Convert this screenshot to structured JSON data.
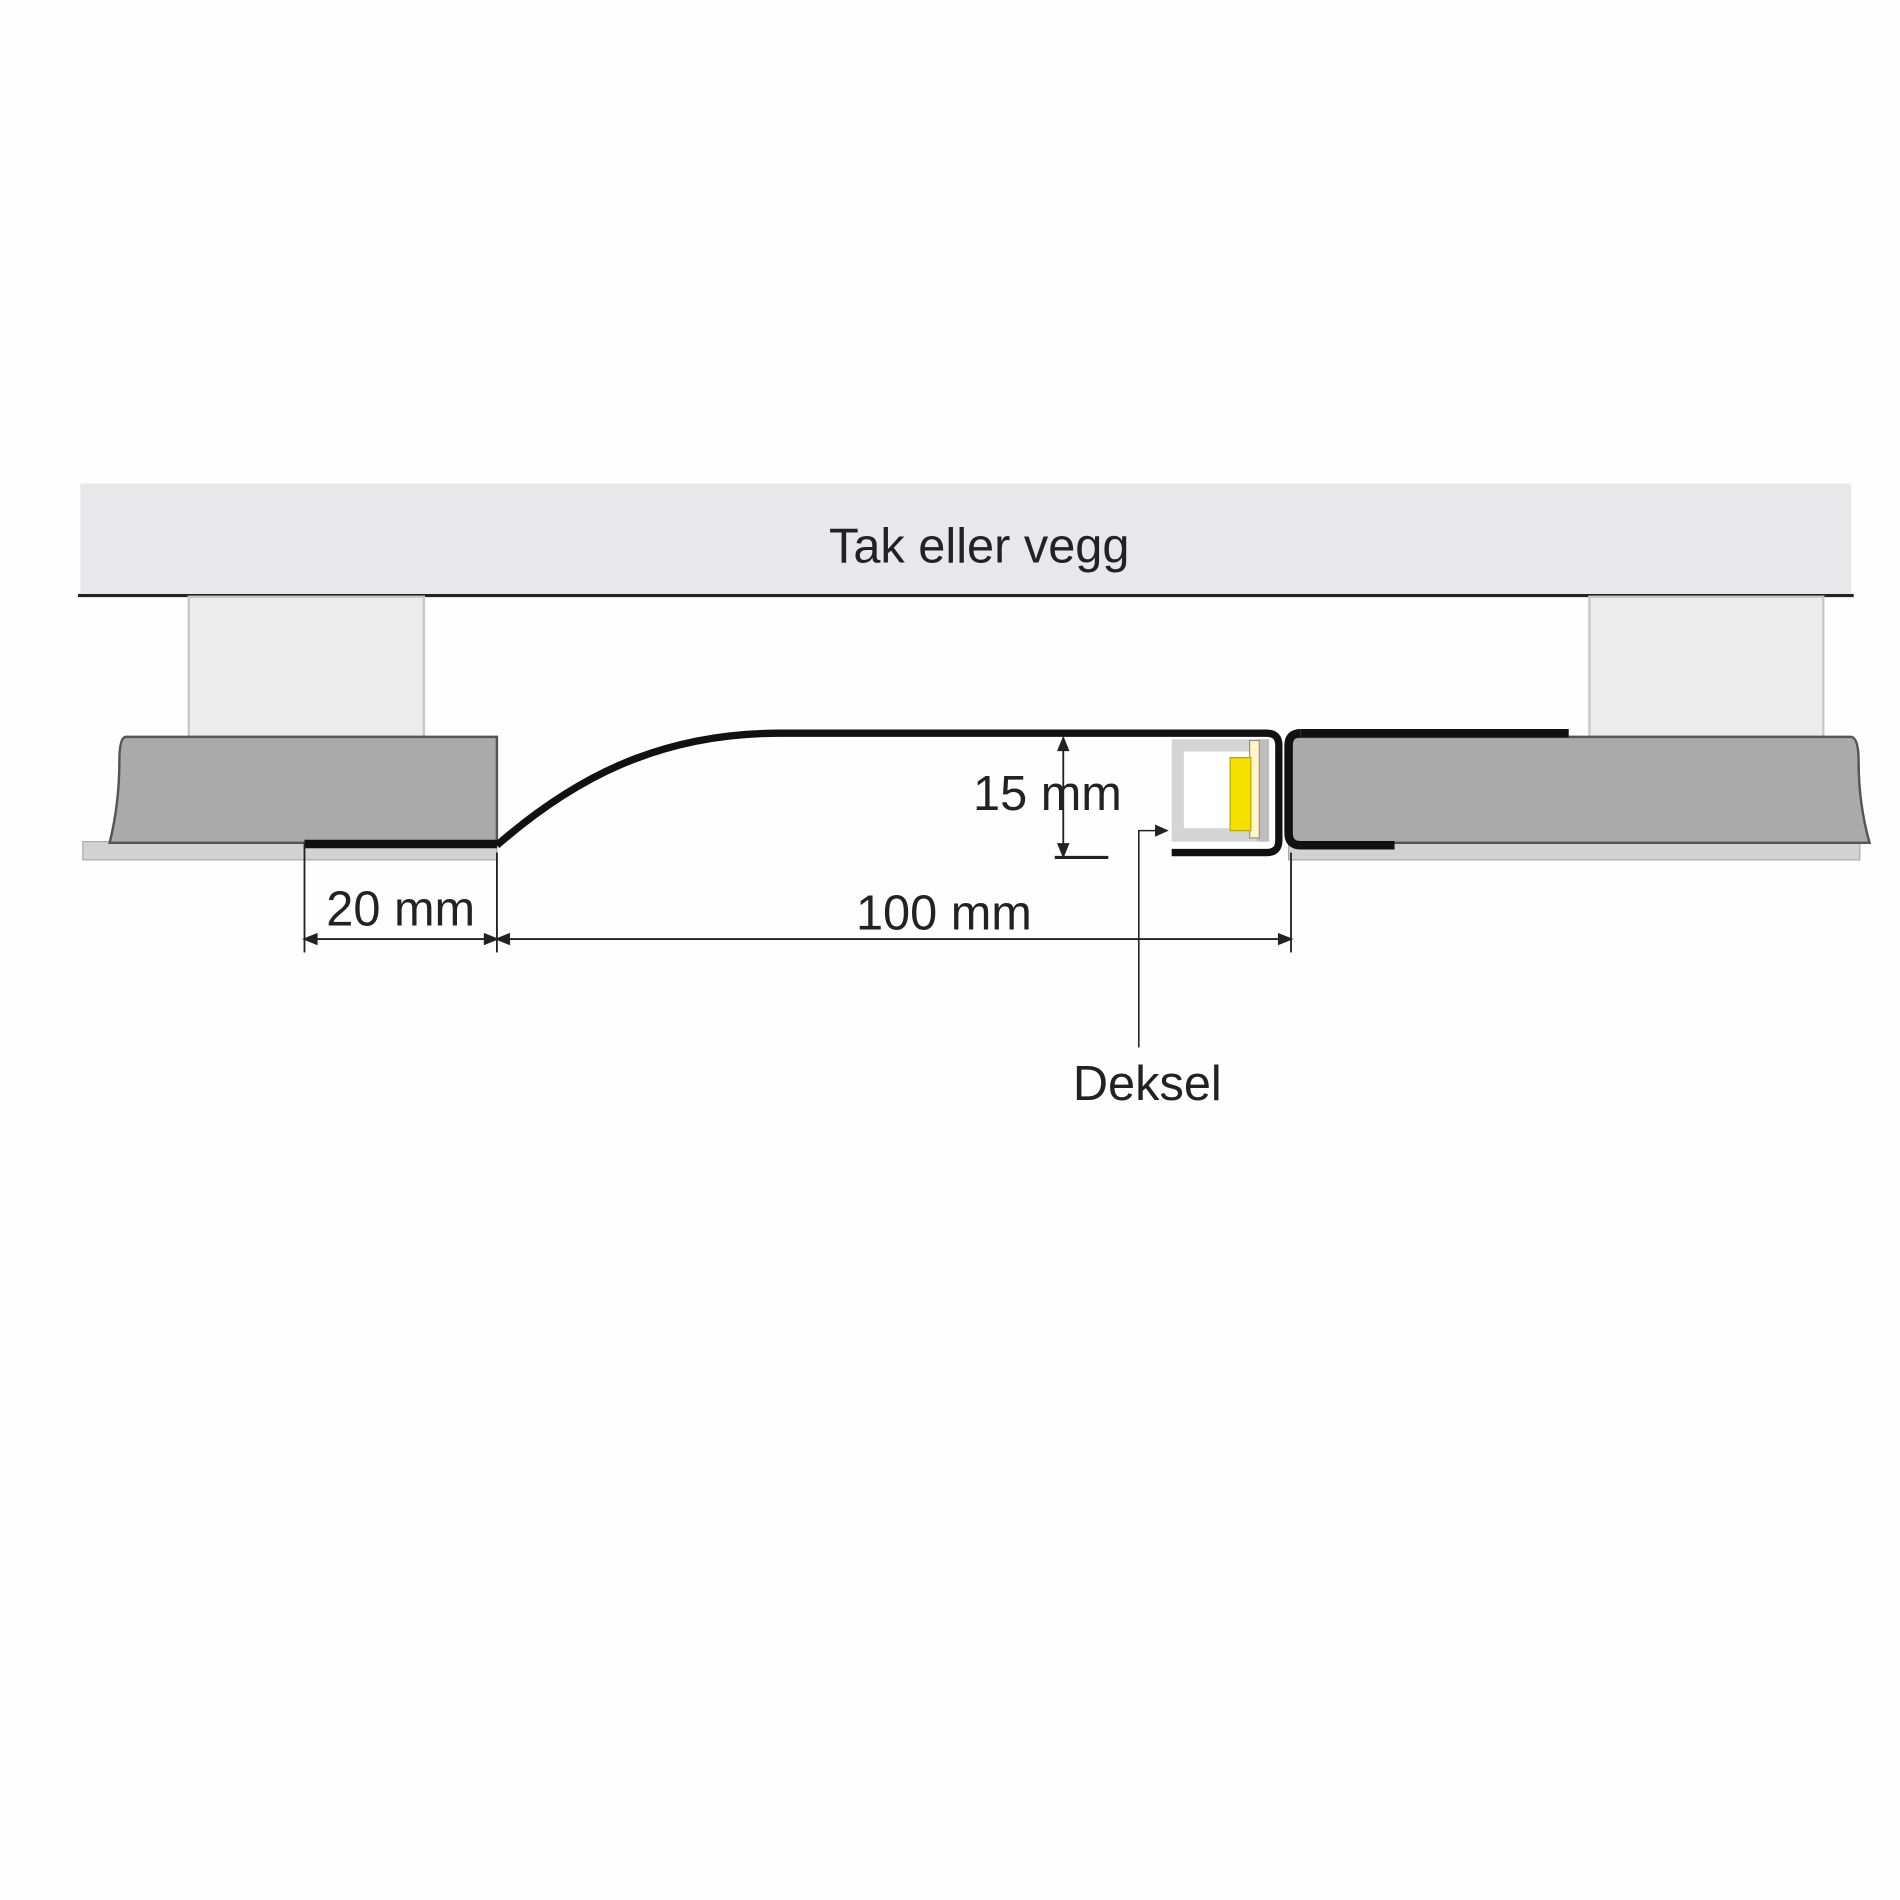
{
  "labels": {
    "surface": "Tak eller vegg",
    "height_dim": "15 mm",
    "overlap_dim": "20 mm",
    "width_dim": "100 mm",
    "cover": "Deksel"
  },
  "colors": {
    "surface": "#e8e8ea",
    "board": "#aaaaaa",
    "post": "#ececec",
    "profile": "#111111",
    "led": "#f5e000",
    "led_backing": "#fff6c8"
  }
}
